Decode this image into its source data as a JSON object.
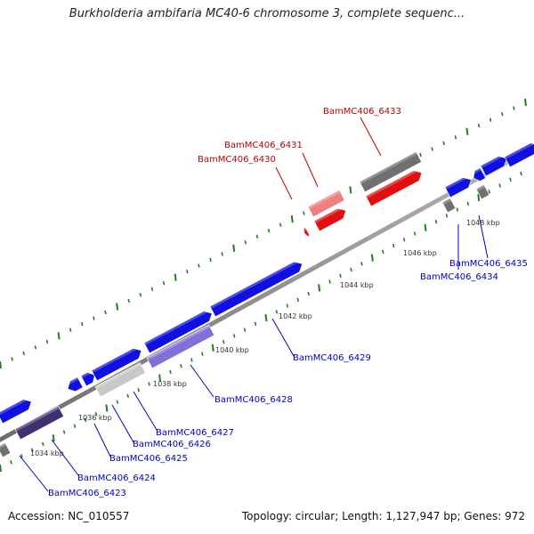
{
  "title": "Burkholderia ambifaria MC40-6 chromosome 3, complete sequenc...",
  "footer": {
    "accession": "Accession: NC_010557",
    "summary": "Topology: circular; Length: 1,127,947 bp; Genes: 972"
  },
  "colors": {
    "forward_gene": "#1010e0",
    "selected_gene": "#e01010",
    "selected_gene_light": "#f08080",
    "light_purple": "#8070d8",
    "dark_purple": "#403070",
    "gray_gene": "#707070",
    "light_gray_gene": "#c8c8c8",
    "label_blue": "#0000c0",
    "label_red": "#c00000",
    "tick_green": "#208020",
    "axis": "#8c8c8c"
  },
  "scale_labels": [
    "1034 kbp",
    "1036 kbp",
    "1038 kbp",
    "1040 kbp",
    "1042 kbp",
    "1044 kbp",
    "1046 kbp",
    "1048 kbp"
  ],
  "gene_labels": {
    "red": [
      "BamMC406_6433",
      "BamMC406_6431",
      "BamMC406_6430"
    ],
    "blue": [
      "BamMC406_6435",
      "BamMC406_6434",
      "BamMC406_6429",
      "BamMC406_6428",
      "BamMC406_6427",
      "BamMC406_6426",
      "BamMC406_6425",
      "BamMC406_6424",
      "BamMC406_6423"
    ]
  }
}
